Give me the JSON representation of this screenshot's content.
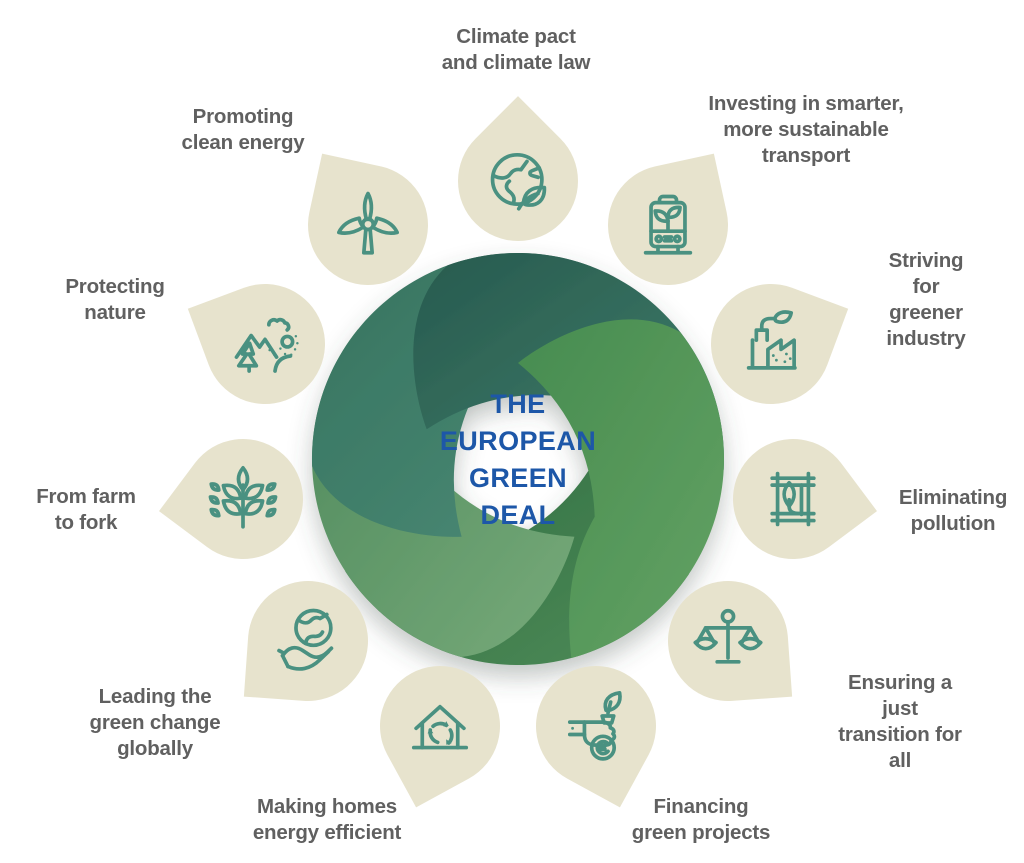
{
  "center": {
    "heading": "THE\nEUROPEAN\nGREEN\nDEAL"
  },
  "colors": {
    "center_heading": "#1d57a8",
    "label_text": "#606060",
    "petal_fill": "#e7e3cd",
    "icon_stroke": "#4a9181",
    "ring_blades": [
      {
        "position": "bottom-right",
        "from": "#2e6a42",
        "to": "#4e8c57"
      },
      {
        "position": "bottom-left",
        "from": "#4f8a5d",
        "to": "#77aa79"
      },
      {
        "position": "left",
        "from": "#36735f",
        "to": "#4b8a75"
      },
      {
        "position": "top",
        "from": "#275a4e",
        "to": "#417f6b"
      },
      {
        "position": "right",
        "from": "#478c50",
        "to": "#63a263"
      }
    ]
  },
  "items": [
    {
      "id": "climate-pact",
      "label": "Climate pact\nand climate law",
      "icon": "globe-leaf-icon"
    },
    {
      "id": "sustainable-transport",
      "label": "Investing in smarter,\nmore sustainable\ntransport",
      "icon": "green-tram-icon"
    },
    {
      "id": "greener-industry",
      "label": "Striving\nfor greener\nindustry",
      "icon": "factory-leaf-icon"
    },
    {
      "id": "eliminating-pollution",
      "label": "Eliminating\npollution",
      "icon": "barrel-plant-icon"
    },
    {
      "id": "just-transition",
      "label": "Ensuring a just\ntransition for all",
      "icon": "leaf-scales-icon"
    },
    {
      "id": "financing-green-projects",
      "label": "Financing\ngreen projects",
      "icon": "hand-sprout-euro-icon"
    },
    {
      "id": "energy-efficient-homes",
      "label": "Making homes\nenergy efficient",
      "icon": "house-recycle-icon"
    },
    {
      "id": "leading-green-change",
      "label": "Leading the\ngreen change\nglobally",
      "icon": "hand-globe-icon"
    },
    {
      "id": "farm-to-fork",
      "label": "From farm\nto fork",
      "icon": "wheat-icon"
    },
    {
      "id": "protecting-nature",
      "label": "Protecting\nnature",
      "icon": "nature-landscape-icon"
    },
    {
      "id": "clean-energy",
      "label": "Promoting\nclean energy",
      "icon": "wind-turbine-icon"
    }
  ]
}
